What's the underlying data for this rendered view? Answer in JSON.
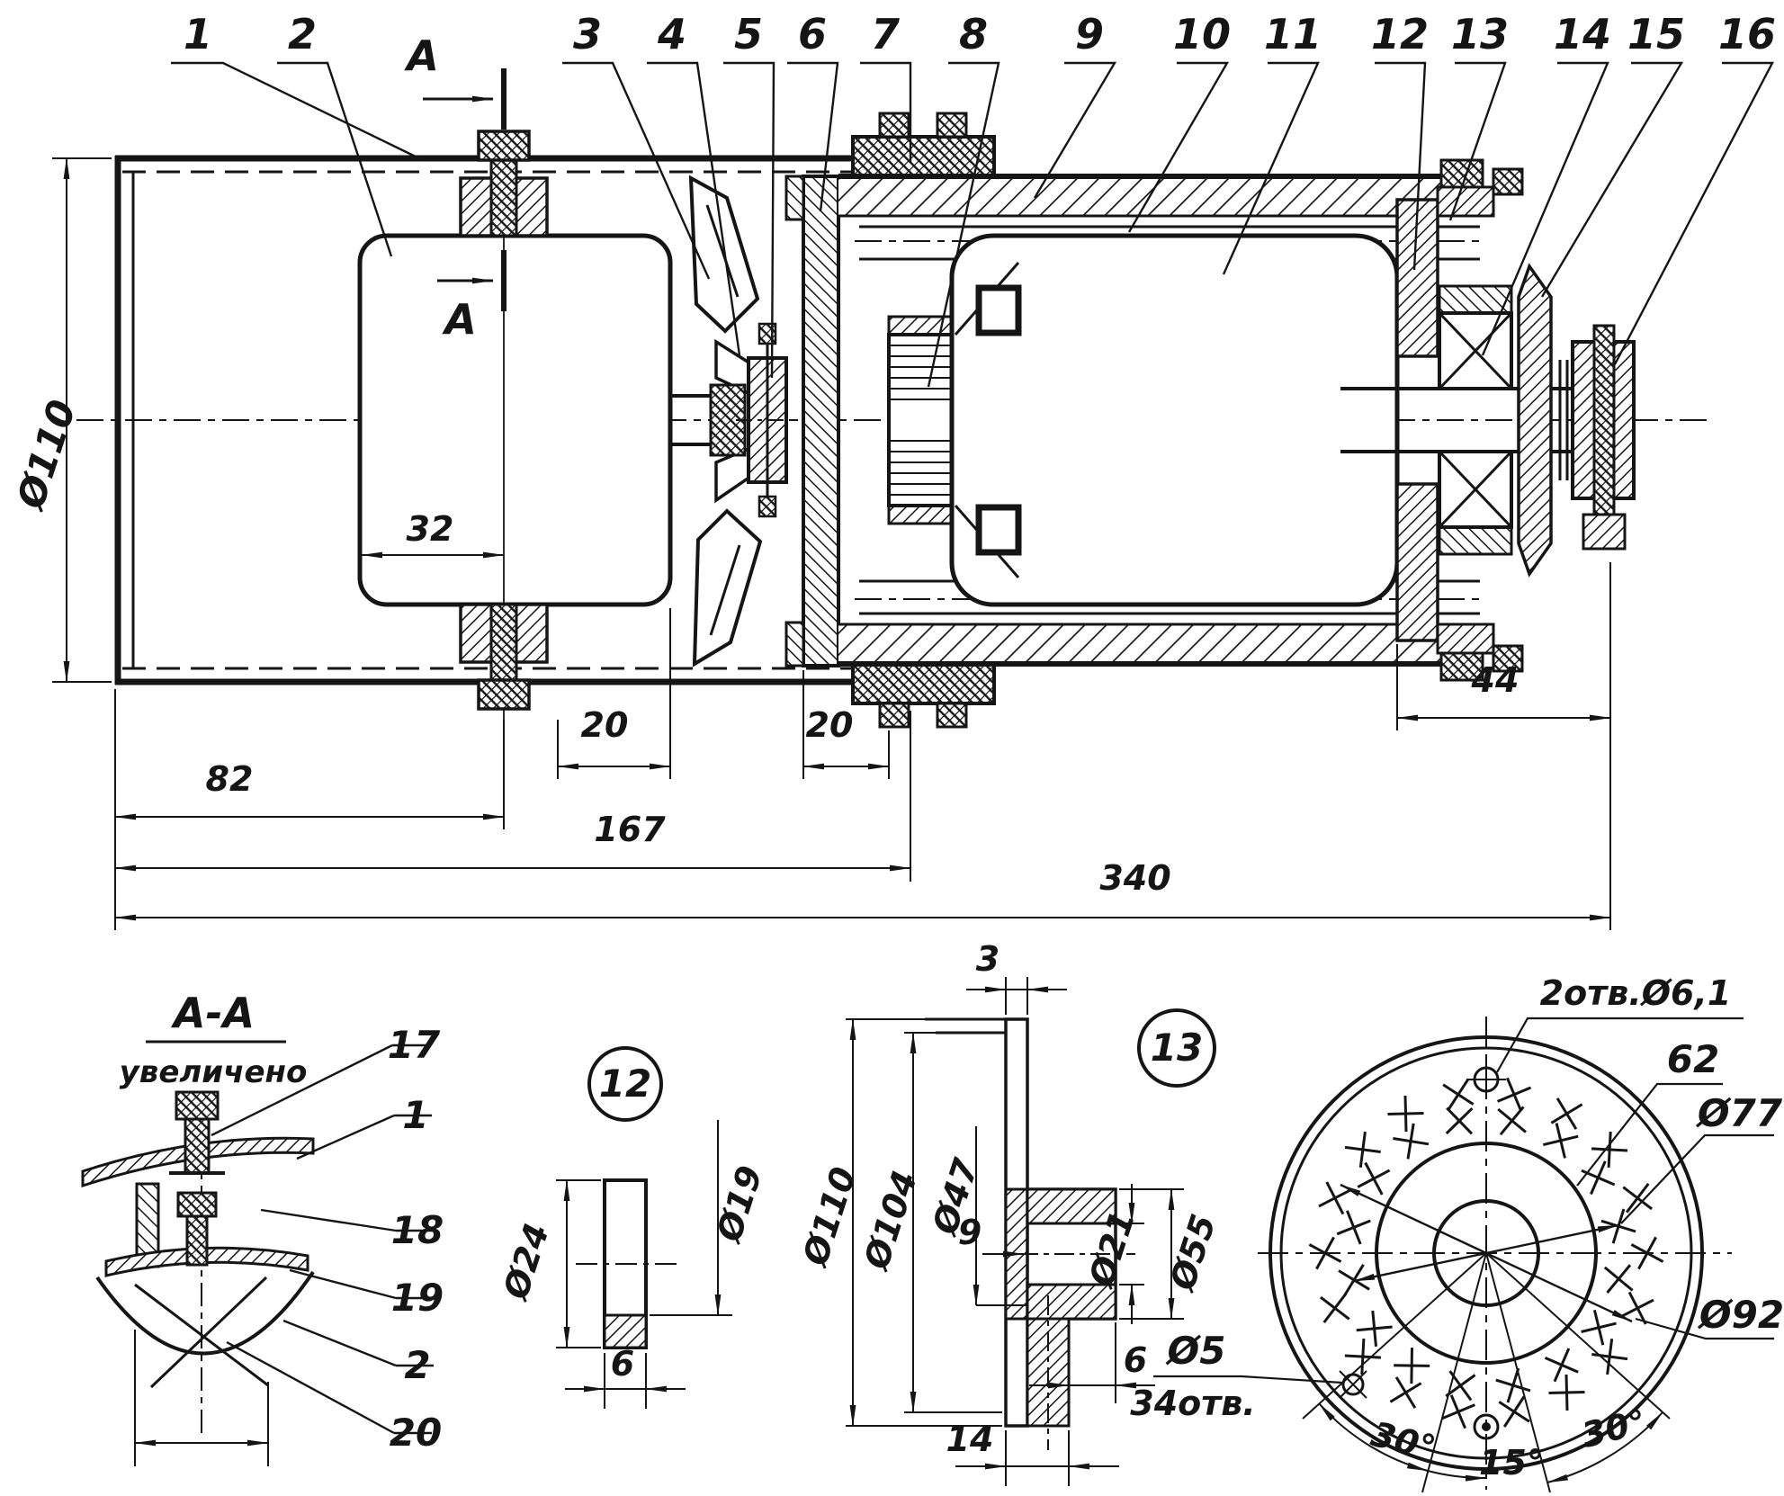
{
  "drawing": {
    "kind": "mechanical cross-section, Russian engineering drawing",
    "accent_ink": "#151515",
    "paper": "#ffffff"
  },
  "view_marks": {
    "letter": "А"
  },
  "main_callouts": [
    "1",
    "2",
    "3",
    "4",
    "5",
    "6",
    "7",
    "8",
    "9",
    "10",
    "11",
    "12",
    "13",
    "14",
    "15",
    "16"
  ],
  "dims_main": {
    "d110": "Ø110",
    "l32": "32",
    "g20a": "20",
    "g20b": "20",
    "l82": "82",
    "l167": "167",
    "l340": "340",
    "l44": "44"
  },
  "section_aa": {
    "title": "А-А",
    "subtitle": "увеличено",
    "callouts": [
      "17",
      "1",
      "18",
      "19",
      "2",
      "20"
    ]
  },
  "detail12": {
    "badge": "12",
    "d24": "Ø24",
    "d19": "Ø19",
    "t6": "6"
  },
  "detail13": {
    "badge": "13",
    "t3": "3",
    "d110": "Ø110",
    "d104": "Ø104",
    "d47": "Ø47",
    "s9": "9",
    "d21": "Ø21",
    "d55": "Ø55",
    "t6": "6",
    "l14": "14"
  },
  "end_view": {
    "holes2": "2отв.Ø6,1",
    "l62": "62",
    "d77": "Ø77",
    "d92": "Ø92",
    "d5": "Ø5",
    "holes34": "34отв.",
    "angle_left": "30°",
    "angle_mid": "15°",
    "angle_right": "30°"
  }
}
